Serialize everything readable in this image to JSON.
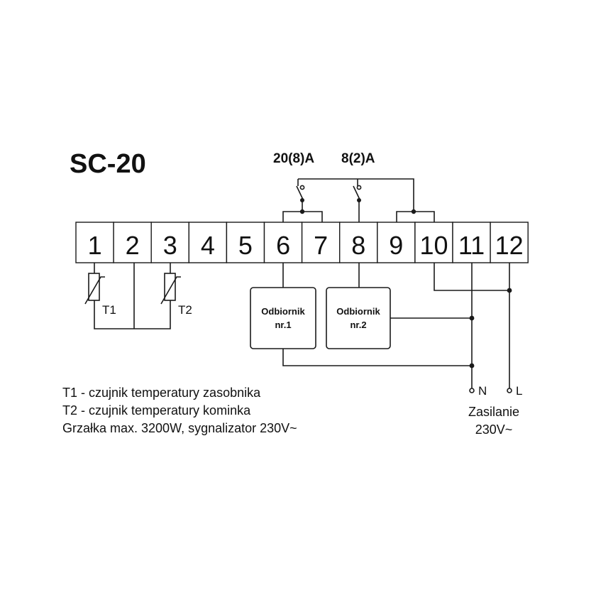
{
  "title": "SC-20",
  "relay_ratings": [
    "20(8)A",
    "8(2)A"
  ],
  "terminals": [
    "1",
    "2",
    "3",
    "4",
    "5",
    "6",
    "7",
    "8",
    "9",
    "10",
    "11",
    "12"
  ],
  "sensors": [
    "T1",
    "T2"
  ],
  "loads": [
    {
      "line1": "Odbiornik",
      "line2": "nr.1"
    },
    {
      "line1": "Odbiornik",
      "line2": "nr.2"
    }
  ],
  "power": {
    "n_label": "N",
    "l_label": "L",
    "caption_line1": "Zasilanie",
    "caption_line2": "230V~"
  },
  "legend": [
    "T1 - czujnik temperatury zasobnika",
    "T2 - czujnik temperatury kominka",
    "Grzałka max. 3200W, sygnalizator 230V~"
  ]
}
